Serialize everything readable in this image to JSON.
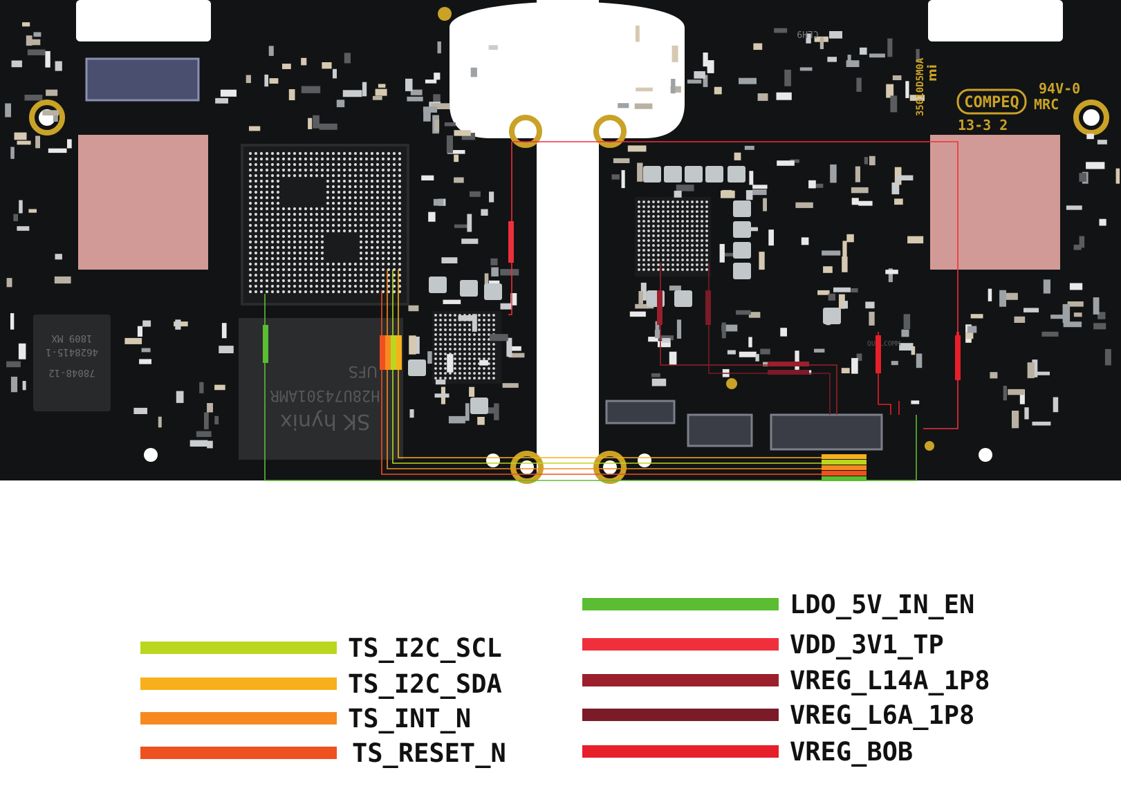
{
  "colors": {
    "board": "#121314",
    "board_dark": "#0b0c0d",
    "silk": "#e9e9e9",
    "pad": "#c9cdcf",
    "gold": "#c9a227",
    "chip": "#1c1d1f",
    "pink": "#f4b3ad"
  },
  "board_text": {
    "compeq": "COMPEQ",
    "mrc": "MRC",
    "rating": "94V-0",
    "date": "13-3 2",
    "part": "35010D5M0A",
    "mi": "mi",
    "skhynix": "SK hynix",
    "chip_code": "H28U74301AMR",
    "ufs": "UFS",
    "chip_small_1": "78048-12",
    "chip_small_2": "4628415-1",
    "chip_small_3": "1809 MX",
    "qualcomm": "QUALCOMM",
    "chip_ic": "CLH9"
  },
  "nets": [
    {
      "id": "ldo_5v_in_en",
      "label": "LDO_5V_IN_EN",
      "color": "#5bbd31"
    },
    {
      "id": "ts_i2c_scl",
      "label": "TS_I2C_SCL",
      "color": "#bbd61e"
    },
    {
      "id": "vdd_3v1_tp",
      "label": "VDD_3V1_TP",
      "color": "#ef2f3c"
    },
    {
      "id": "ts_i2c_sda",
      "label": "TS_I2C_SDA",
      "color": "#f7b01b"
    },
    {
      "id": "vreg_l14a_1p8",
      "label": "VREG_L14A_1P8",
      "color": "#9b1f2c"
    },
    {
      "id": "ts_int_n",
      "label": "TS_INT_N",
      "color": "#f68a1e"
    },
    {
      "id": "vreg_l6a_1p8",
      "label": "VREG_L6A_1P8",
      "color": "#7b1b28"
    },
    {
      "id": "ts_reset_n",
      "label": "TS_RESET_N",
      "color": "#ef5020"
    },
    {
      "id": "vreg_bob",
      "label": "VREG_BOB",
      "color": "#e61f2a"
    }
  ]
}
